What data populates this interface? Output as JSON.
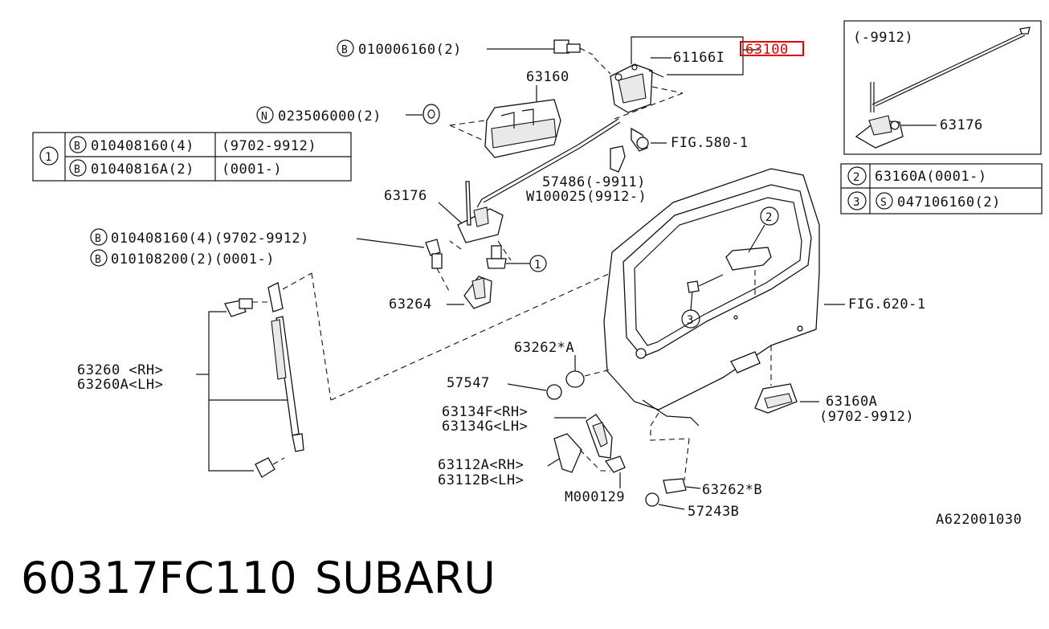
{
  "labels": {
    "top_bolt": "010006160(2)",
    "p63160": "63160",
    "p61166": "61166I",
    "p63100": "63100",
    "nut": "023506000(2)",
    "fig580": "FIG.580-1",
    "p57486": "57486(-9911)",
    "w100025": "W100025(9912-)",
    "p63176": "63176",
    "bolt_a": "010408160(4)(9702-9912)",
    "bolt_b": "010108200(2)(0001-)",
    "p63264": "63264",
    "strut_rh": "63260 <RH>",
    "strut_lh": "63260A<LH>",
    "fig620": "FIG.620-1",
    "p63262a": "63262*A",
    "p57547": "57547",
    "p63134f": "63134F<RH>",
    "p63134g": "63134G<LH>",
    "p63112a": "63112A<RH>",
    "p63112b": "63112B<LH>",
    "m000129": "M000129",
    "p63262b": "63262*B",
    "p57243b": "57243B",
    "p63160a": "63160A",
    "p63160a_range": "(9702-9912)",
    "ref_code": "A622001030",
    "inset_range": "(-9912)",
    "inset_63176": "63176"
  },
  "table1": {
    "index": "1",
    "rows": [
      {
        "part": "010408160(4)",
        "range": "(9702-9912)"
      },
      {
        "part": "01040816A(2)",
        "range": "(0001-)"
      }
    ]
  },
  "table2": {
    "rows": [
      {
        "index": "2",
        "part": "63160A(0001-)"
      },
      {
        "index": "3",
        "part": "047106160(2)"
      }
    ]
  },
  "markers": {
    "b": "B",
    "n": "N",
    "s": "S",
    "one": "1",
    "two": "2",
    "three": "3"
  },
  "footer": {
    "part_number": "60317FC110",
    "brand": "SUBARU"
  },
  "colors": {
    "highlight": "#e00000",
    "ink": "#111111"
  }
}
